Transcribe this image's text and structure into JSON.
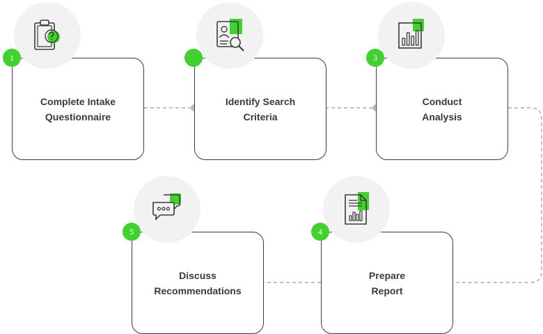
{
  "accent_color": "#42d12f",
  "steps": [
    {
      "number": "1",
      "title": "Complete Intake\nQuestionnaire",
      "icon": "clipboard-question-icon"
    },
    {
      "number": "",
      "title": "Identify Search\nCriteria",
      "icon": "profile-search-icon"
    },
    {
      "number": "3",
      "title": "Conduct\nAnalysis",
      "icon": "bar-chart-icon"
    },
    {
      "number": "4",
      "title": "Prepare\nReport",
      "icon": "report-document-icon"
    },
    {
      "number": "5",
      "title": "Discuss\nRecommendations",
      "icon": "chat-bubbles-icon"
    }
  ]
}
